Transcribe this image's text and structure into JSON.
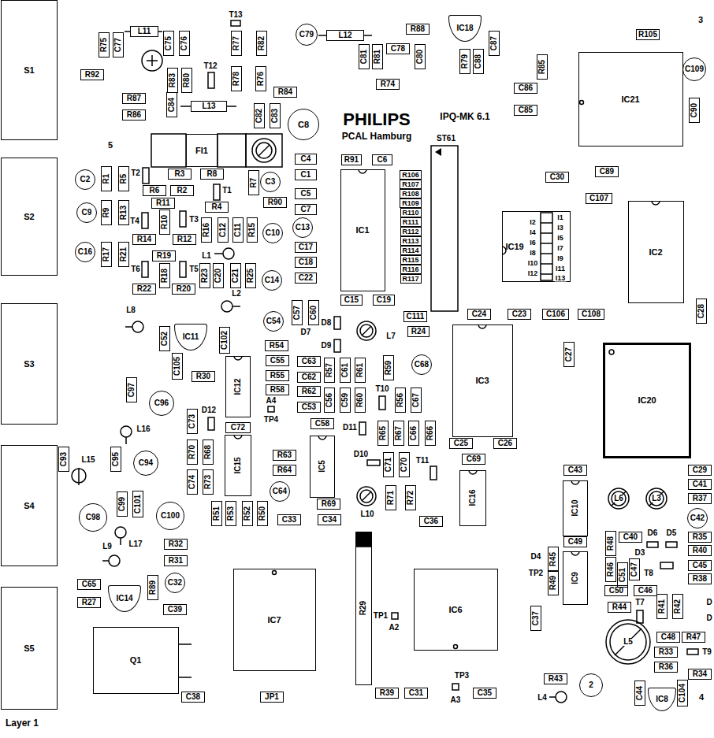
{
  "diagram": {
    "nodes": [
      {
        "text": [
          "S1"
        ]
      },
      {
        "text": [
          "S2"
        ]
      },
      {
        "text": [
          "S3"
        ]
      },
      {
        "text": [
          "S4"
        ]
      },
      {
        "text": [
          "S5"
        ]
      },
      {
        "text": [
          "R75"
        ]
      },
      {
        "text": [
          "C77"
        ]
      },
      {
        "text": [
          "L11"
        ]
      },
      {
        "text": [
          "C75"
        ]
      },
      {
        "text": [
          "C76"
        ]
      },
      {
        "text": [
          "R77"
        ]
      },
      {
        "text": [
          "R82"
        ]
      },
      {
        "text": [
          "C79"
        ]
      },
      {
        "text": [
          "L12"
        ]
      },
      {
        "text": [
          "R88"
        ]
      },
      {
        "text": [
          "IC18"
        ]
      },
      {
        "text": [
          "C87"
        ]
      },
      {
        "text": [
          "R105"
        ]
      },
      {
        "text": [
          "R92"
        ]
      },
      {
        "text": [
          "R83"
        ]
      },
      {
        "text": [
          "R80"
        ]
      },
      {
        "text": [
          "R78"
        ]
      },
      {
        "text": [
          "R76"
        ]
      },
      {
        "text": [
          "C81"
        ]
      },
      {
        "text": [
          "R81"
        ]
      },
      {
        "text": [
          "C78"
        ]
      },
      {
        "text": [
          "C80"
        ]
      },
      {
        "text": [
          "R79"
        ]
      },
      {
        "text": [
          "C88"
        ]
      },
      {
        "text": [
          "R85"
        ]
      },
      {
        "text": [
          "C109"
        ]
      },
      {
        "text": [
          "R74"
        ]
      },
      {
        "text": [
          "C86"
        ]
      },
      {
        "text": [
          "R84"
        ]
      },
      {
        "text": [
          "R87"
        ]
      },
      {
        "text": [
          "C84"
        ]
      },
      {
        "text": [
          "L13"
        ]
      },
      {
        "text": [
          "IC21"
        ]
      },
      {
        "text": [
          "C90"
        ]
      },
      {
        "text": [
          "C85"
        ]
      },
      {
        "text": [
          "C82"
        ]
      },
      {
        "text": [
          "C83"
        ]
      },
      {
        "text": [
          "R86"
        ]
      },
      {
        "text": [
          "C8"
        ]
      },
      {
        "text": [
          "FI1"
        ]
      },
      {
        "text": [
          "C4"
        ]
      },
      {
        "text": [
          "R91"
        ]
      },
      {
        "text": [
          "C6"
        ]
      },
      {
        "text": [
          "C30"
        ]
      },
      {
        "text": [
          "C89"
        ]
      },
      {
        "text": [
          "C2"
        ]
      },
      {
        "text": [
          "R1"
        ]
      },
      {
        "text": [
          "R5"
        ]
      },
      {
        "text": [
          "R3"
        ]
      },
      {
        "text": [
          "R8"
        ]
      },
      {
        "text": [
          "R7"
        ]
      },
      {
        "text": [
          "C3"
        ]
      },
      {
        "text": [
          "C1"
        ]
      },
      {
        "text": [
          "IC1"
        ]
      },
      {
        "text": [
          "R106"
        ]
      },
      {
        "text": [
          "R107"
        ]
      },
      {
        "text": [
          "R108"
        ]
      },
      {
        "text": [
          "R109"
        ]
      },
      {
        "text": [
          "R110"
        ]
      },
      {
        "text": [
          "R111"
        ]
      },
      {
        "text": [
          "R112"
        ]
      },
      {
        "text": [
          "R113"
        ]
      },
      {
        "text": [
          "R114"
        ]
      },
      {
        "text": [
          "R115"
        ]
      },
      {
        "text": [
          "R116"
        ]
      },
      {
        "text": [
          "R117"
        ]
      },
      {
        "text": [
          "R6"
        ]
      },
      {
        "text": [
          "R2"
        ]
      },
      {
        "text": [
          "C5"
        ]
      },
      {
        "text": [
          "C107"
        ]
      },
      {
        "text": [
          "R90"
        ]
      },
      {
        "text": [
          "R11"
        ]
      },
      {
        "text": [
          "R4"
        ]
      },
      {
        "text": [
          "C7"
        ]
      },
      {
        "text": [
          "IC19"
        ]
      },
      {
        "text": [
          "IC2"
        ]
      },
      {
        "text": [
          "C9"
        ]
      },
      {
        "text": [
          "R9"
        ]
      },
      {
        "text": [
          "R13"
        ]
      },
      {
        "text": [
          "R10"
        ]
      },
      {
        "text": [
          "R16"
        ]
      },
      {
        "text": [
          "C12"
        ]
      },
      {
        "text": [
          "C11"
        ]
      },
      {
        "text": [
          "R15"
        ]
      },
      {
        "text": [
          "C10"
        ]
      },
      {
        "text": [
          "C13"
        ]
      },
      {
        "text": [
          "R14"
        ]
      },
      {
        "text": [
          "R12"
        ]
      },
      {
        "text": [
          "C17"
        ]
      },
      {
        "text": [
          "C16"
        ]
      },
      {
        "text": [
          "R17"
        ]
      },
      {
        "text": [
          "R21"
        ]
      },
      {
        "text": [
          "R19"
        ]
      },
      {
        "text": [
          "C18"
        ]
      },
      {
        "text": [
          "R18"
        ]
      },
      {
        "text": [
          "R23"
        ]
      },
      {
        "text": [
          "C20"
        ]
      },
      {
        "text": [
          "C21"
        ]
      },
      {
        "text": [
          "R25"
        ]
      },
      {
        "text": [
          "C14"
        ]
      },
      {
        "text": [
          "C22"
        ]
      },
      {
        "text": [
          "R22"
        ]
      },
      {
        "text": [
          "R20"
        ]
      },
      {
        "text": [
          "C15"
        ]
      },
      {
        "text": [
          "C19"
        ]
      },
      {
        "text": [
          "C54"
        ]
      },
      {
        "text": [
          "C57"
        ]
      },
      {
        "text": [
          "C60"
        ]
      },
      {
        "text": [
          "C111"
        ]
      },
      {
        "text": [
          "C24"
        ]
      },
      {
        "text": [
          "C23"
        ]
      },
      {
        "text": [
          "C106"
        ]
      },
      {
        "text": [
          "C108"
        ]
      },
      {
        "text": [
          "C28"
        ]
      },
      {
        "text": [
          "C52"
        ]
      },
      {
        "text": [
          "IC11"
        ]
      },
      {
        "text": [
          "C102"
        ]
      },
      {
        "text": [
          "R54"
        ]
      },
      {
        "text": [
          "R24"
        ]
      },
      {
        "text": [
          "IC3"
        ]
      },
      {
        "text": [
          "C27"
        ]
      },
      {
        "text": [
          "IC20"
        ]
      },
      {
        "text": [
          "C55"
        ]
      },
      {
        "text": [
          "C63"
        ]
      },
      {
        "text": [
          "C68"
        ]
      },
      {
        "text": [
          "C105"
        ]
      },
      {
        "text": [
          "R59"
        ]
      },
      {
        "text": [
          "R57"
        ]
      },
      {
        "text": [
          "C61"
        ]
      },
      {
        "text": [
          "R61"
        ]
      },
      {
        "text": [
          "R30"
        ]
      },
      {
        "text": [
          "IC12"
        ]
      },
      {
        "text": [
          "R55"
        ]
      },
      {
        "text": [
          "C62"
        ]
      },
      {
        "text": [
          "C97"
        ]
      },
      {
        "text": [
          "R58"
        ]
      },
      {
        "text": [
          "R62"
        ]
      },
      {
        "text": [
          "C96"
        ]
      },
      {
        "text": [
          "C56"
        ]
      },
      {
        "text": [
          "C59"
        ]
      },
      {
        "text": [
          "R60"
        ]
      },
      {
        "text": [
          "R56"
        ]
      },
      {
        "text": [
          "C67"
        ]
      },
      {
        "text": [
          "C53"
        ]
      },
      {
        "text": [
          "C73"
        ]
      },
      {
        "text": [
          "C72"
        ]
      },
      {
        "text": [
          "C58"
        ]
      },
      {
        "text": [
          "R65"
        ]
      },
      {
        "text": [
          "R67"
        ]
      },
      {
        "text": [
          "C66"
        ]
      },
      {
        "text": [
          "R66"
        ]
      },
      {
        "text": [
          "C25"
        ]
      },
      {
        "text": [
          "C26"
        ]
      },
      {
        "text": [
          "C93"
        ]
      },
      {
        "text": [
          "C95"
        ]
      },
      {
        "text": [
          "C94"
        ]
      },
      {
        "text": [
          "IC15"
        ]
      },
      {
        "text": [
          "R70"
        ]
      },
      {
        "text": [
          "R68"
        ]
      },
      {
        "text": [
          "R63"
        ]
      },
      {
        "text": [
          "C69"
        ]
      },
      {
        "text": [
          "IC5"
        ]
      },
      {
        "text": [
          "C71"
        ]
      },
      {
        "text": [
          "C70"
        ]
      },
      {
        "text": [
          "R64"
        ]
      },
      {
        "text": [
          "C43"
        ]
      },
      {
        "text": [
          "C29"
        ]
      },
      {
        "text": [
          "C74"
        ]
      },
      {
        "text": [
          "R73"
        ]
      },
      {
        "text": [
          "C41"
        ]
      },
      {
        "text": [
          "C64"
        ]
      },
      {
        "text": [
          "IC16"
        ]
      },
      {
        "text": [
          "R71"
        ]
      },
      {
        "text": [
          "R72"
        ]
      },
      {
        "text": [
          "R37"
        ]
      },
      {
        "text": [
          "R69"
        ]
      },
      {
        "text": [
          "IC10"
        ]
      },
      {
        "text": [
          "C99"
        ]
      },
      {
        "text": [
          "C101"
        ]
      },
      {
        "text": [
          "R51"
        ]
      },
      {
        "text": [
          "R53"
        ]
      },
      {
        "text": [
          "R52"
        ]
      },
      {
        "text": [
          "R50"
        ]
      },
      {
        "text": [
          "C98"
        ]
      },
      {
        "text": [
          "C100"
        ]
      },
      {
        "text": [
          "C42"
        ]
      },
      {
        "text": [
          "C33"
        ]
      },
      {
        "text": [
          "C34"
        ]
      },
      {
        "text": [
          "C36"
        ]
      },
      {
        "text": [
          "C40"
        ]
      },
      {
        "text": [
          "R35"
        ]
      },
      {
        "text": [
          "C49"
        ]
      },
      {
        "text": [
          "R48"
        ]
      },
      {
        "text": [
          "R32"
        ]
      },
      {
        "text": [
          "R40"
        ]
      },
      {
        "text": [
          "R29"
        ]
      },
      {
        "text": [
          "R45"
        ]
      },
      {
        "text": [
          "R31"
        ]
      },
      {
        "text": [
          "C45"
        ]
      },
      {
        "text": [
          "R46"
        ]
      },
      {
        "text": [
          "C51"
        ]
      },
      {
        "text": [
          "C47"
        ]
      },
      {
        "text": [
          "IC9"
        ]
      },
      {
        "text": [
          "IC7"
        ]
      },
      {
        "text": [
          "IC6"
        ]
      },
      {
        "text": [
          "R38"
        ]
      },
      {
        "text": [
          "C32"
        ]
      },
      {
        "text": [
          "C65"
        ]
      },
      {
        "text": [
          "R49"
        ]
      },
      {
        "text": [
          "R89"
        ]
      },
      {
        "text": [
          "C50"
        ]
      },
      {
        "text": [
          "C46"
        ]
      },
      {
        "text": [
          "IC14"
        ]
      },
      {
        "text": [
          "R27"
        ]
      },
      {
        "text": [
          "R44"
        ]
      },
      {
        "text": [
          "R41"
        ]
      },
      {
        "text": [
          "R42"
        ]
      },
      {
        "text": [
          "C39"
        ]
      },
      {
        "text": [
          "C37"
        ]
      },
      {
        "text": [
          "C48"
        ]
      },
      {
        "text": [
          "R47"
        ]
      },
      {
        "text": [
          "Q1"
        ]
      },
      {
        "text": [
          "R33"
        ]
      },
      {
        "text": [
          "R36"
        ]
      },
      {
        "text": [
          "R34"
        ]
      },
      {
        "text": [
          "R43"
        ]
      },
      {
        "text": [
          "2"
        ]
      },
      {
        "text": [
          "C38"
        ]
      },
      {
        "text": [
          "JP1"
        ]
      },
      {
        "text": [
          "R39"
        ]
      },
      {
        "text": [
          "C31"
        ]
      },
      {
        "text": [
          "C35"
        ]
      },
      {
        "text": [
          "C44"
        ]
      },
      {
        "text": [
          "IC8"
        ]
      },
      {
        "text": [
          "C104"
        ]
      }
    ],
    "labels": [
      "3",
      "T13",
      "T12",
      "PHILIPS",
      "PCAL Hamburg",
      "IPQ-MK 6.1",
      "5",
      "ST61",
      "T2",
      "T1",
      "T4",
      "T3",
      "L1",
      "T6",
      "T5",
      "L2",
      "I2",
      "I4",
      "I6",
      "I8",
      "I10",
      "I12",
      "I1",
      "I3",
      "I5",
      "I7",
      "I9",
      "I11",
      "I13",
      "L8",
      "D8",
      "D7",
      "D9",
      "L7",
      "T10",
      "A4",
      "TP4",
      "D12",
      "L16",
      "D11",
      "L15",
      "D10",
      "T11",
      "L6",
      "L3",
      "L10",
      "L17",
      "L9",
      "D6",
      "D5",
      "D4",
      "D3",
      "TP2",
      "T8",
      "T7",
      "D",
      "D",
      "TP1",
      "A2",
      "L5",
      "T9",
      "TP3",
      "L4",
      "A3",
      "4",
      "Layer 1"
    ]
  }
}
